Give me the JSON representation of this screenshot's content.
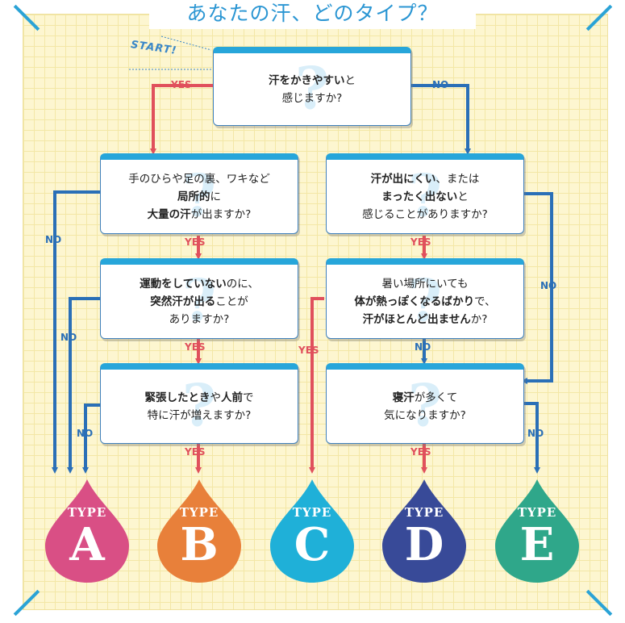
{
  "title": "あなたの汗、どのタイプ？",
  "start_label": "START!",
  "labels": {
    "yes": "YES",
    "no": "NO"
  },
  "questions": {
    "q1": [
      [
        {
          "t": "汗をかきやすい",
          "b": true
        },
        {
          "t": "と",
          "b": false
        }
      ],
      [
        {
          "t": "感じますか?",
          "b": false
        }
      ]
    ],
    "q2": [
      [
        {
          "t": "手のひらや足の裏、ワキなど",
          "b": false
        }
      ],
      [
        {
          "t": "局所的",
          "b": true
        },
        {
          "t": "に",
          "b": false
        }
      ],
      [
        {
          "t": "大量の汗",
          "b": true
        },
        {
          "t": "が出ますか?",
          "b": false
        }
      ]
    ],
    "q3": [
      [
        {
          "t": "汗が出にくい",
          "b": true
        },
        {
          "t": "、または",
          "b": false
        }
      ],
      [
        {
          "t": "まったく出ない",
          "b": true
        },
        {
          "t": "と",
          "b": false
        }
      ],
      [
        {
          "t": "感じることがありますか?",
          "b": false
        }
      ]
    ],
    "q4": [
      [
        {
          "t": "運動をしていない",
          "b": true
        },
        {
          "t": "のに、",
          "b": false
        }
      ],
      [
        {
          "t": "突然汗が出る",
          "b": true
        },
        {
          "t": "ことが",
          "b": false
        }
      ],
      [
        {
          "t": "ありますか?",
          "b": false
        }
      ]
    ],
    "q5": [
      [
        {
          "t": "暑い場所にいても",
          "b": false
        }
      ],
      [
        {
          "t": "体が熱っぽくなるばかり",
          "b": true
        },
        {
          "t": "で、",
          "b": false
        }
      ],
      [
        {
          "t": "汗がほとんど出ません",
          "b": true
        },
        {
          "t": "か?",
          "b": false
        }
      ]
    ],
    "q6": [
      [
        {
          "t": "緊張したとき",
          "b": true
        },
        {
          "t": "や",
          "b": false
        },
        {
          "t": "人前",
          "b": true
        },
        {
          "t": "で",
          "b": false
        }
      ],
      [
        {
          "t": "特に汗が増えますか?",
          "b": false
        }
      ]
    ],
    "q7": [
      [
        {
          "t": "寝汗",
          "b": true
        },
        {
          "t": "が多くて",
          "b": false
        }
      ],
      [
        {
          "t": "気になりますか?",
          "b": false
        }
      ]
    ]
  },
  "types": [
    {
      "label": "TYPE",
      "letter": "A",
      "color": "#d94f85"
    },
    {
      "label": "TYPE",
      "letter": "B",
      "color": "#e8803a"
    },
    {
      "label": "TYPE",
      "letter": "C",
      "color": "#1fb0d8"
    },
    {
      "label": "TYPE",
      "letter": "D",
      "color": "#384a98"
    },
    {
      "label": "TYPE",
      "letter": "E",
      "color": "#2fa78a"
    }
  ],
  "colors": {
    "yes_arrow": "#e0505c",
    "no_arrow": "#2a6fb7",
    "box_header": "#27a6da",
    "title": "#2b96d3"
  }
}
